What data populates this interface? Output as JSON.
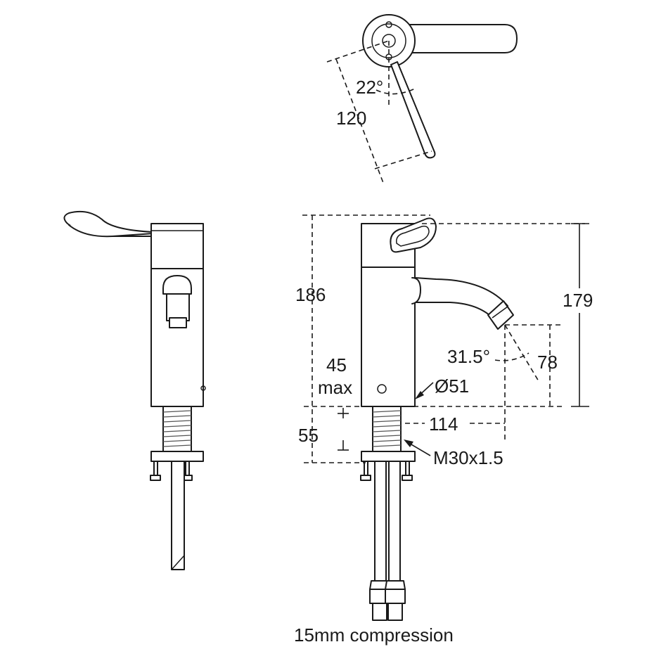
{
  "labels": {
    "angle_top": "22°",
    "lever_length": "120",
    "height_total": "186",
    "height_spout": "179",
    "deck_thickness": "45",
    "deck_thickness_unit": "max",
    "body_diameter": "Ø51",
    "spout_angle": "31.5°",
    "spout_outlet": "78",
    "shank_length": "55",
    "reach": "114",
    "thread_size": "M30x1.5",
    "connection": "15mm compression"
  },
  "colors": {
    "line": "#1a1a1a",
    "background": "#ffffff"
  }
}
